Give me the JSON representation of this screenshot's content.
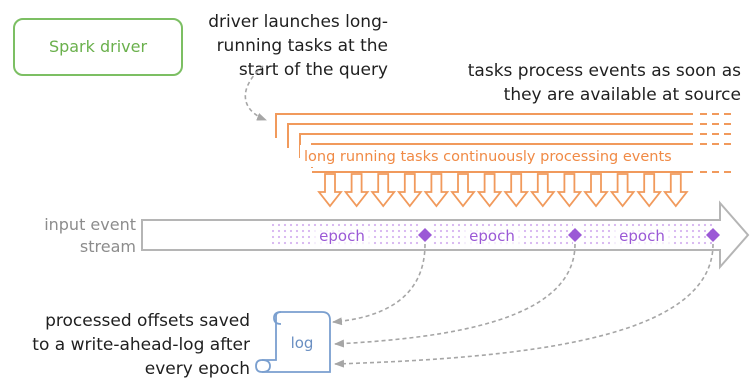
{
  "driver_box": {
    "label": "Spark driver"
  },
  "driver_note": [
    "driver launches long-",
    "running tasks at the",
    "start of the query"
  ],
  "tasks_note": [
    "tasks process events as soon as",
    "they are available at source"
  ],
  "tasks_label": "long running tasks continuously processing events",
  "stream_label": [
    "input event",
    "stream"
  ],
  "epochs": [
    "epoch",
    "epoch",
    "epoch"
  ],
  "log_label": "log",
  "offsets_note": [
    "processed offsets saved",
    "to a write-ahead-log after",
    "every epoch"
  ],
  "colors": {
    "driver_green": "#7cbf63",
    "task_orange": "#f19a5c",
    "epoch_purple": "#9b59d6",
    "stream_gray": "#b5b5b5",
    "log_blue": "#7a9fcf",
    "dashed_gray": "#a6a6a6"
  },
  "icons": {
    "epoch_marker": "diamond",
    "log": "scroll"
  }
}
